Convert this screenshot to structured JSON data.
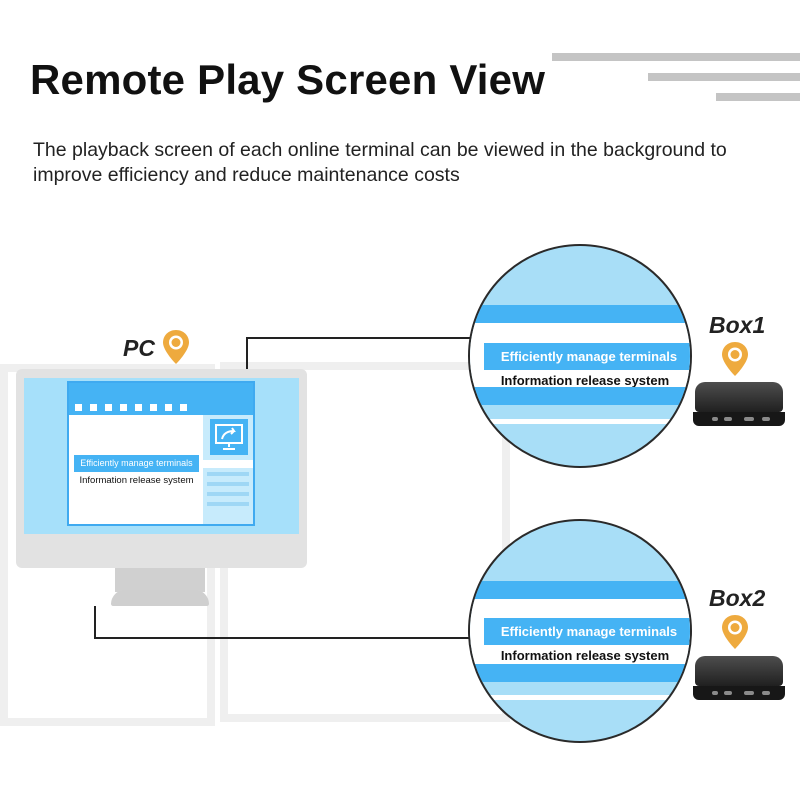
{
  "title": "Remote Play Screen View",
  "subtitle": "The playback screen of each online terminal can be viewed in the background to improve efficiency and reduce maintenance costs",
  "pc": {
    "label": "PC",
    "window": {
      "highlight_text": "Efficiently manage terminals",
      "text": "Information release system"
    }
  },
  "box1": {
    "label": "Box1",
    "highlight_text": "Efficiently manage terminals",
    "text": "Information release system"
  },
  "box2": {
    "label": "Box2",
    "highlight_text": "Efficiently manage terminals",
    "text": "Information release system"
  },
  "colors": {
    "accent_blue": "#45b3f4",
    "light_blue": "#a8def7",
    "pin_orange": "#eeaa3e",
    "device_black": "#222222"
  }
}
